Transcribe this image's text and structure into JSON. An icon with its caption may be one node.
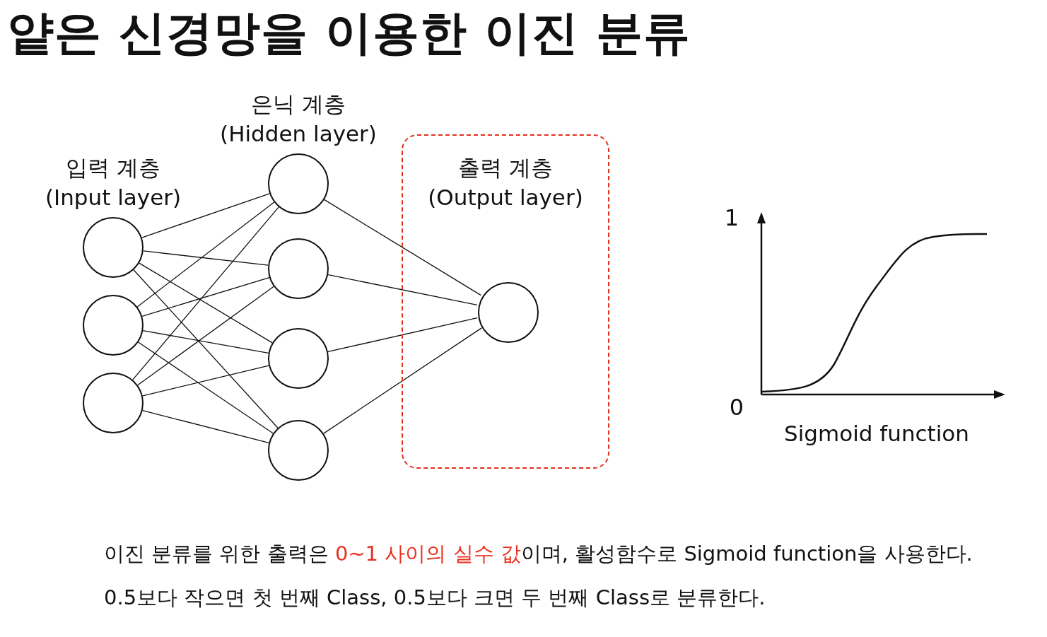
{
  "diagram": {
    "title": "얕은 신경망을 이용한 이진 분류",
    "nodes": [
      {
        "text": [],
        "shape": "circle"
      },
      {
        "text": [],
        "shape": "circle"
      },
      {
        "text": [],
        "shape": "circle"
      },
      {
        "text": [],
        "shape": "circle"
      },
      {
        "text": [],
        "shape": "circle"
      },
      {
        "text": [],
        "shape": "circle"
      },
      {
        "text": [],
        "shape": "circle"
      },
      {
        "text": [
          "출력 계층",
          "(Output layer)"
        ]
      },
      {
        "text": [],
        "shape": "circle",
        "in": 7
      }
    ],
    "edges": [
      {
        "from": 0,
        "to": 3,
        "arrow": "none"
      },
      {
        "from": 0,
        "to": 4,
        "arrow": "none"
      },
      {
        "from": 0,
        "to": 5,
        "arrow": "none"
      },
      {
        "from": 0,
        "to": 6,
        "arrow": "none"
      },
      {
        "from": 1,
        "to": 3,
        "arrow": "none"
      },
      {
        "from": 1,
        "to": 4,
        "arrow": "none"
      },
      {
        "from": 1,
        "to": 5,
        "arrow": "none"
      },
      {
        "from": 1,
        "to": 6,
        "arrow": "none"
      },
      {
        "from": 2,
        "to": 3,
        "arrow": "none"
      },
      {
        "from": 2,
        "to": 4,
        "arrow": "none"
      },
      {
        "from": 2,
        "to": 5,
        "arrow": "none"
      },
      {
        "from": 2,
        "to": 6,
        "arrow": "none"
      },
      {
        "from": 3,
        "to": 8,
        "arrow": "none"
      },
      {
        "from": 4,
        "to": 8,
        "arrow": "none"
      },
      {
        "from": 5,
        "to": 8,
        "arrow": "none"
      },
      {
        "from": 6,
        "to": 8,
        "arrow": "none"
      }
    ],
    "labels": [
      "은닉 계층",
      "(Hidden layer)",
      "입력 계층",
      "(Input layer)",
      "1",
      "0",
      "Sigmoid function",
      "이진 분류를 위한 출력은 **0~1 사이의 실수 값**이며, 활성함수로 Sigmoid function을 사용한다.",
      "0.5보다 작으면 첫 번째 Class, 0.5보다 크면 두 번째 Class로 분류한다."
    ]
  }
}
